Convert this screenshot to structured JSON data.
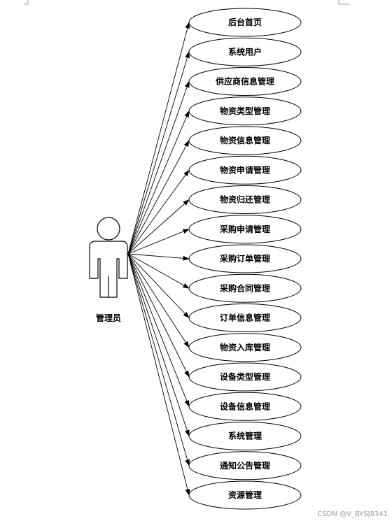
{
  "actor": {
    "name": "管理员"
  },
  "use_cases": [
    "后台首页",
    "系统用户",
    "供应商信息管理",
    "物资类型管理",
    "物资信息管理",
    "物资申请管理",
    "物资归还管理",
    "采购申请管理",
    "采购订单管理",
    "采购合同管理",
    "订单信息管理",
    "物资入库管理",
    "设备类型管理",
    "设备信息管理",
    "系统管理",
    "通知公告管理",
    "资源管理"
  ],
  "watermark": "CSDN @V_BYSJ8341",
  "colors": {
    "stroke": "#000000",
    "background": "#ffffff",
    "watermark": "#9a9a9a"
  }
}
